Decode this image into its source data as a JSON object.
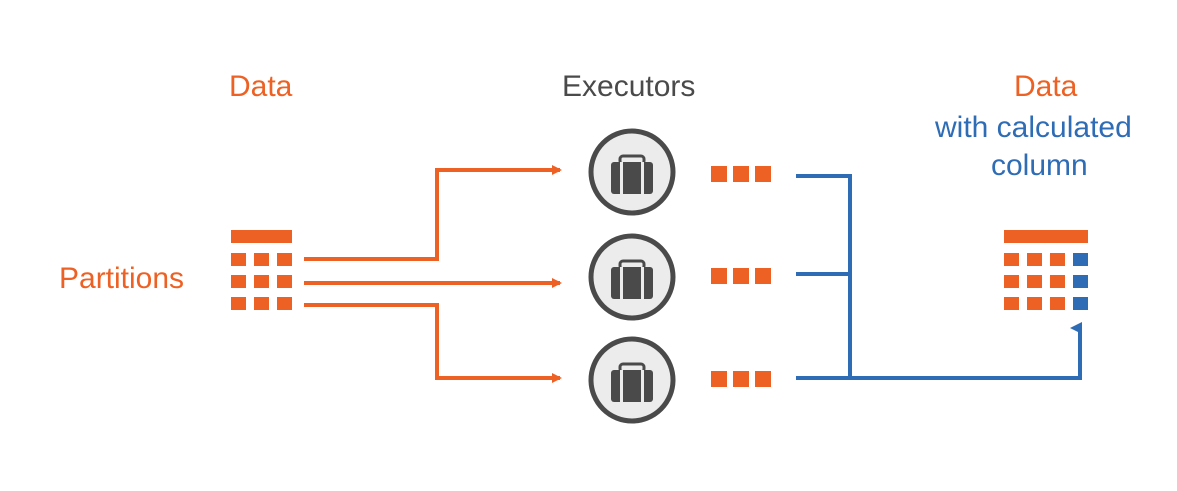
{
  "labels": {
    "left_title": "Data",
    "center_title": "Executors",
    "right_title": "Data",
    "right_subtitle_line1": "with calculated",
    "right_subtitle_line2": "column",
    "partitions": "Partitions"
  },
  "colors": {
    "orange": "#EE6124",
    "blue": "#2E6CB5",
    "executor_ring": "#4A4A4A",
    "executor_fill": "#ECECEC",
    "icon": "#4A4A4A"
  },
  "icons": {
    "executor": "briefcase-icon",
    "partitions": "table-grid-icon",
    "result": "table-grid-with-column-icon"
  },
  "diagram": {
    "partition_count": 3,
    "executor_count": 3,
    "table_rows": 3,
    "table_cols": 3,
    "calculated_columns": 1
  }
}
